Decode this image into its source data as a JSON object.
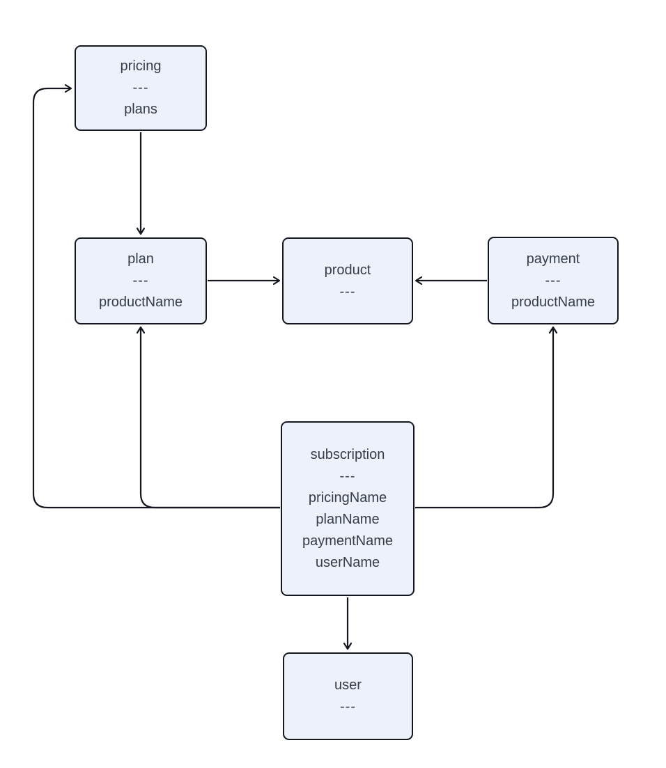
{
  "diagram": {
    "type": "entity-relationship-flowchart",
    "colors": {
      "background": "#ffffff",
      "node_fill": "#edf2fa",
      "node_border": "#14171f",
      "edge": "#14171f",
      "text": "#363c45"
    },
    "nodes": {
      "pricing": {
        "title": "pricing",
        "separator": "---",
        "attributes": [
          "plans"
        ]
      },
      "plan": {
        "title": "plan",
        "separator": "---",
        "attributes": [
          "productName"
        ]
      },
      "product": {
        "title": "product",
        "separator": "---",
        "attributes": []
      },
      "payment": {
        "title": "payment",
        "separator": "---",
        "attributes": [
          "productName"
        ]
      },
      "subscription": {
        "title": "subscription",
        "separator": "---",
        "attributes": [
          "pricingName",
          "planName",
          "paymentName",
          "userName"
        ]
      },
      "user": {
        "title": "user",
        "separator": "---",
        "attributes": []
      }
    },
    "edges": [
      {
        "from": "pricing",
        "to": "plan"
      },
      {
        "from": "plan",
        "to": "product"
      },
      {
        "from": "payment",
        "to": "product"
      },
      {
        "from": "subscription",
        "to": "pricing"
      },
      {
        "from": "subscription",
        "to": "plan"
      },
      {
        "from": "subscription",
        "to": "payment"
      },
      {
        "from": "subscription",
        "to": "user"
      }
    ]
  }
}
